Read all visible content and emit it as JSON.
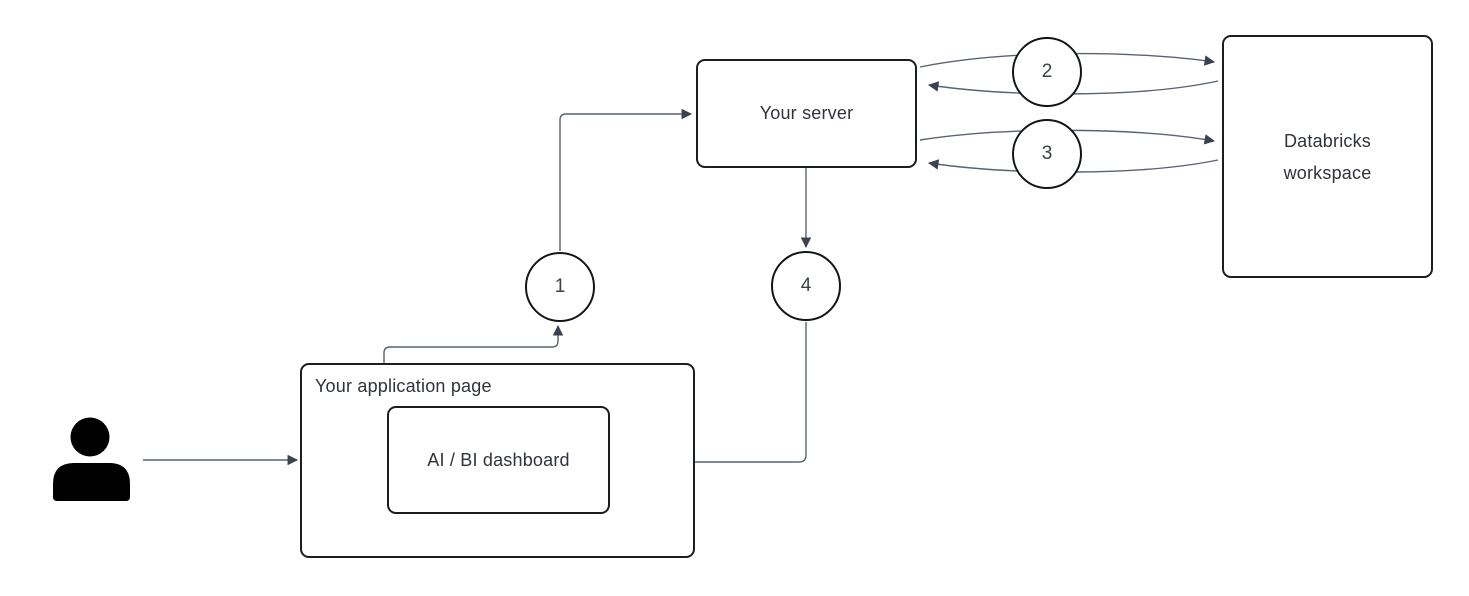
{
  "nodes": {
    "app_page": {
      "label": "Your application page"
    },
    "dashboard": {
      "label": "AI / BI dashboard"
    },
    "server": {
      "label": "Your server"
    },
    "workspace": {
      "lines": [
        "Databricks",
        "workspace"
      ]
    }
  },
  "steps": [
    "1",
    "2",
    "3",
    "4"
  ],
  "icons": {
    "user": "person-silhouette"
  },
  "colors": {
    "background": "#ffffff",
    "box_border": "#1a1e23",
    "circle_border": "#121519",
    "connector": "#5a6370",
    "arrowhead": "#3a424e",
    "text": "#2f343a",
    "person_icon": "#000000"
  }
}
